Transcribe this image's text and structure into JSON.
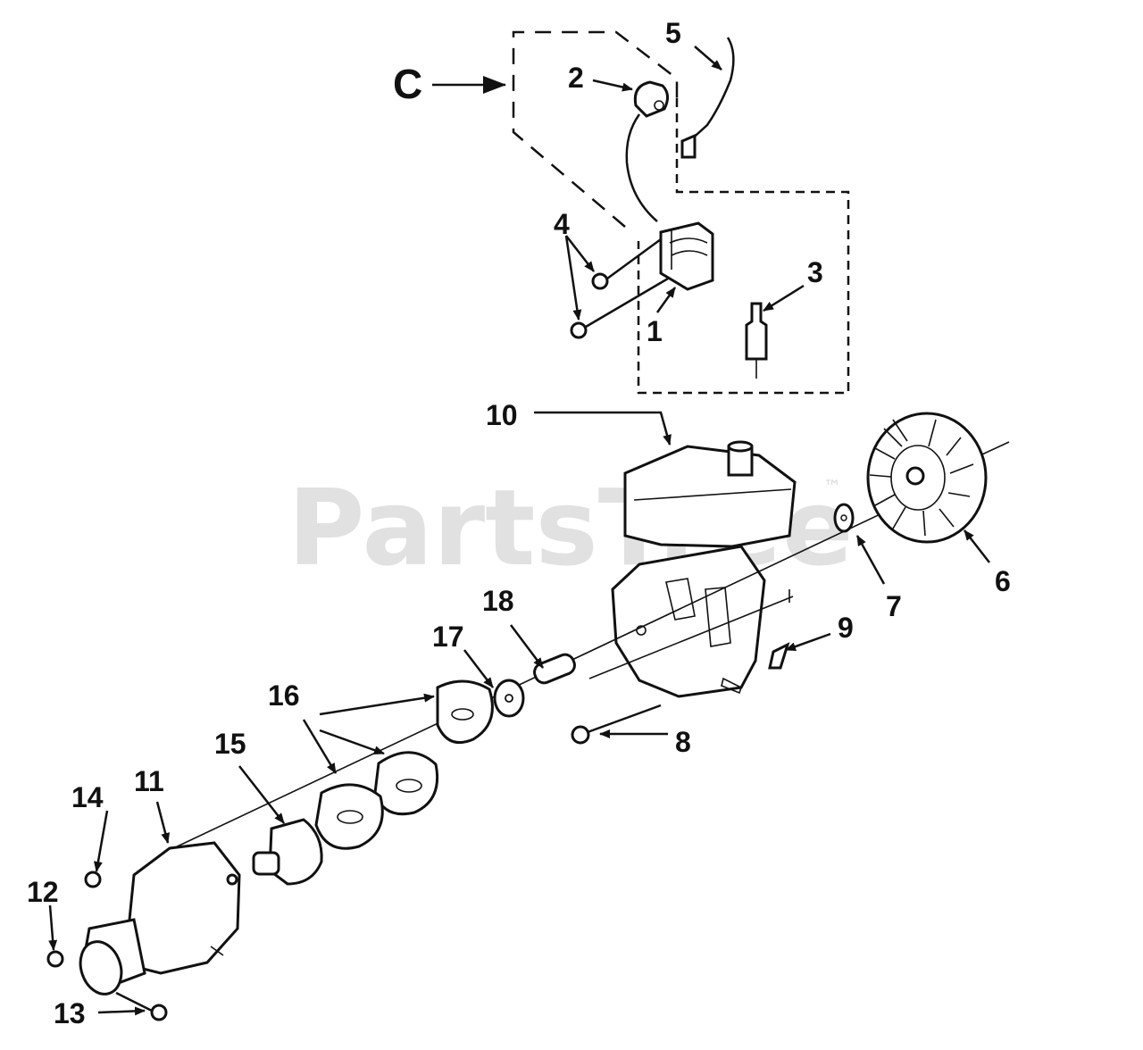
{
  "watermark": {
    "text": "PartsTree",
    "trademark": "™"
  },
  "callouts": {
    "c": "C",
    "p1": "1",
    "p2": "2",
    "p3": "3",
    "p4": "4",
    "p5": "5",
    "p6": "6",
    "p7": "7",
    "p8": "8",
    "p9": "9",
    "p10": "10",
    "p11": "11",
    "p12": "12",
    "p13": "13",
    "p14": "14",
    "p15": "15",
    "p16": "16",
    "p17": "17",
    "p18": "18"
  },
  "colors": {
    "ink": "#111111",
    "watermark": "#c9c9c9",
    "background": "#ffffff"
  }
}
